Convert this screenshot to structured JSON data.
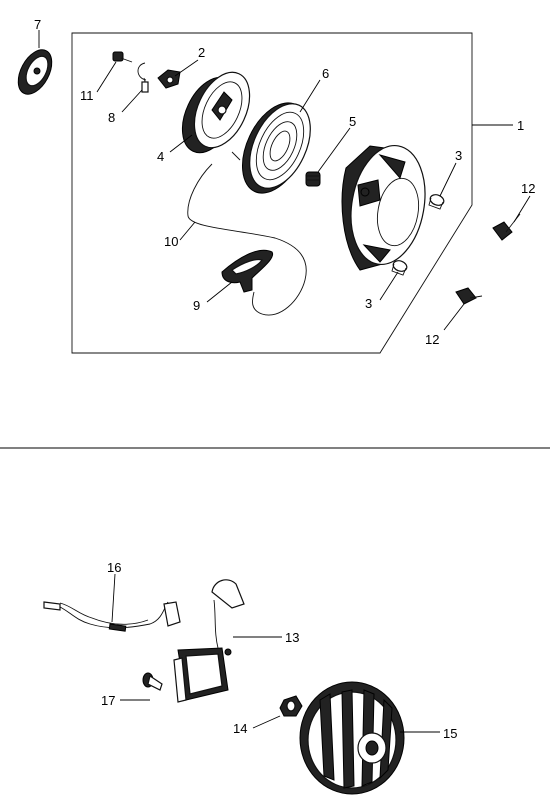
{
  "callouts": {
    "c1": "1",
    "c2": "2",
    "c3a": "3",
    "c3b": "3",
    "c4": "4",
    "c5": "5",
    "c6": "6",
    "c7": "7",
    "c8": "8",
    "c9": "9",
    "c10": "10",
    "c11": "11",
    "c12a": "12",
    "c12b": "12",
    "c13": "13",
    "c14": "14",
    "c15": "15",
    "c16": "16",
    "c17": "17"
  }
}
